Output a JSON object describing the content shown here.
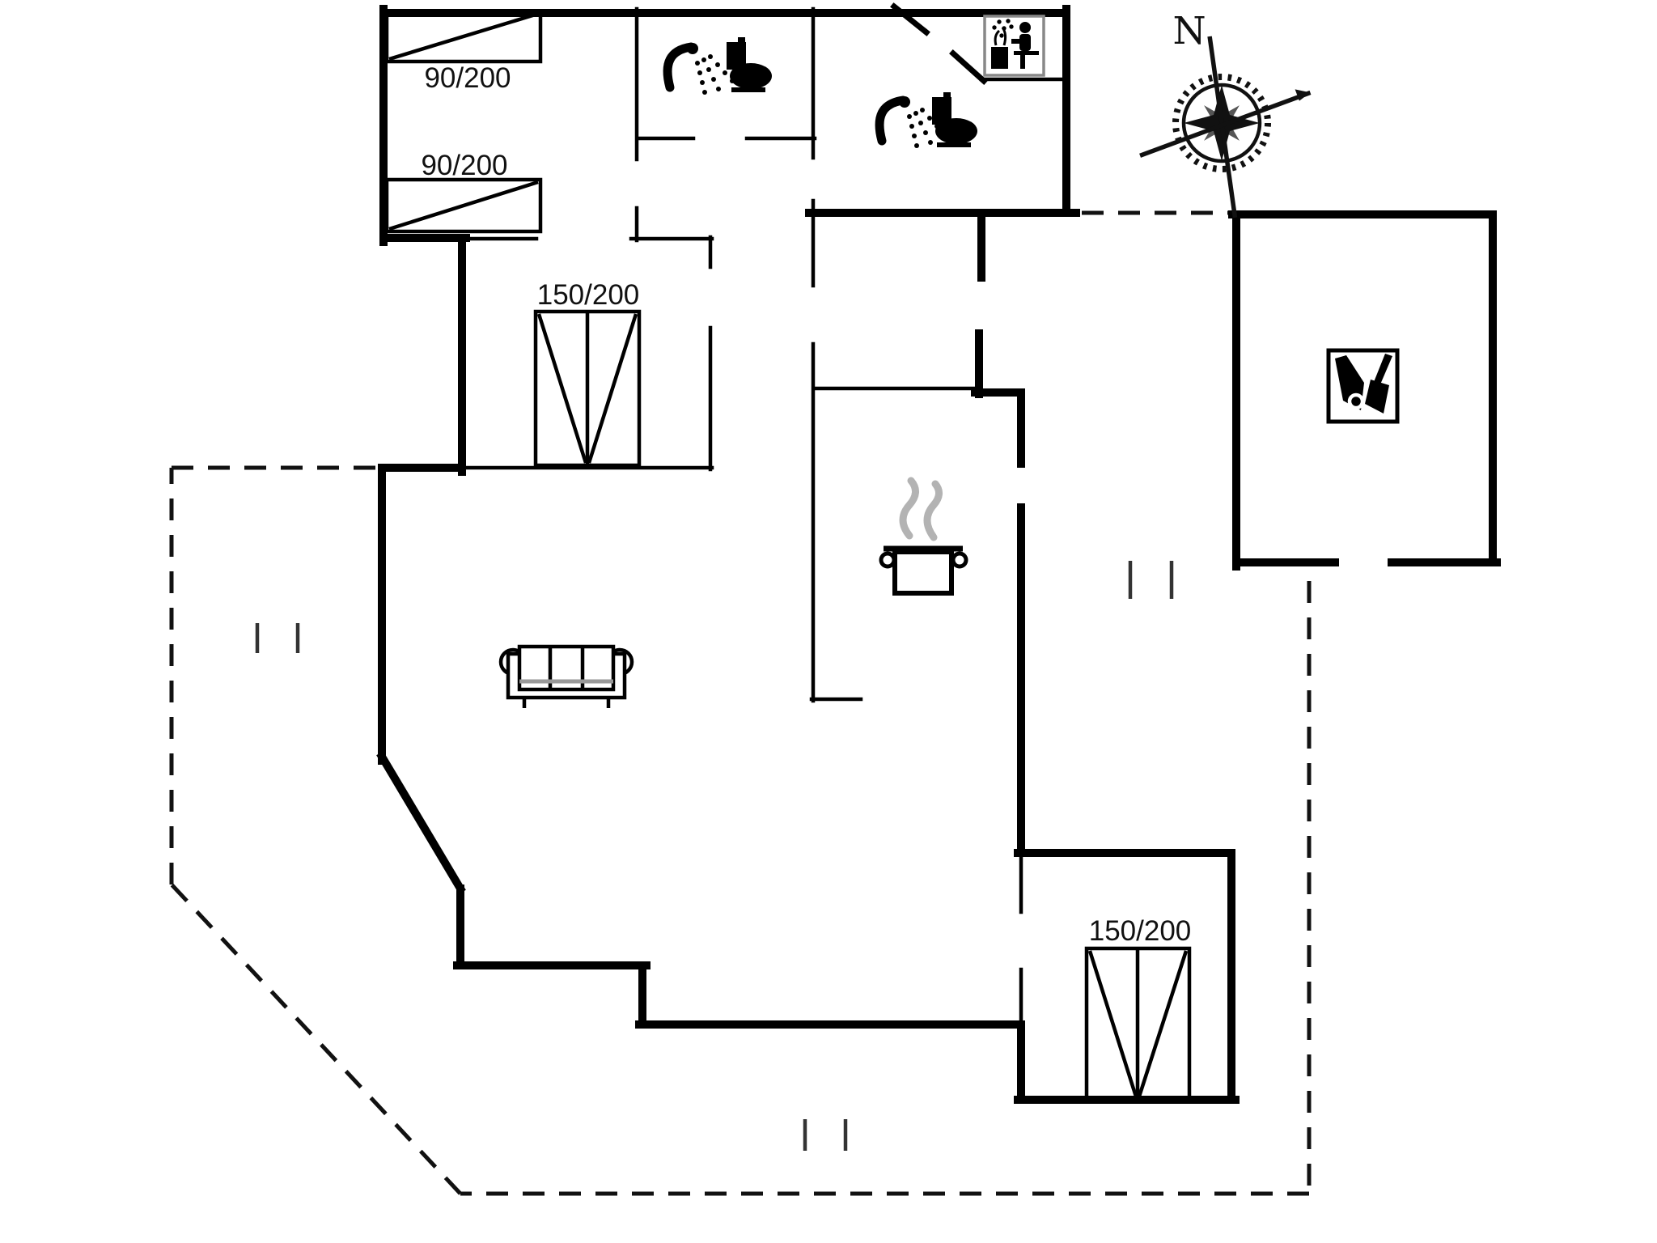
{
  "plan": {
    "type": "floor-plan",
    "labels": {
      "bed_nw_top": "90/200",
      "bed_nw_bottom": "90/200",
      "bed_middle": "150/200",
      "bed_se": "150/200"
    },
    "compass": {
      "label": "N"
    },
    "icons": {
      "shower": "shower-icon",
      "toilet": "toilet-icon",
      "sauna": "sauna-icon",
      "cooking_pot": "cooking-pot-icon",
      "sofa": "sofa-icon",
      "tools": "tools-icon",
      "compass_rose": "compass-rose-icon"
    },
    "colors": {
      "walls": "#000000",
      "background": "#ffffff",
      "steam": "#b3b3b3",
      "icon_frame": "#888888",
      "tick": "#333333"
    }
  }
}
